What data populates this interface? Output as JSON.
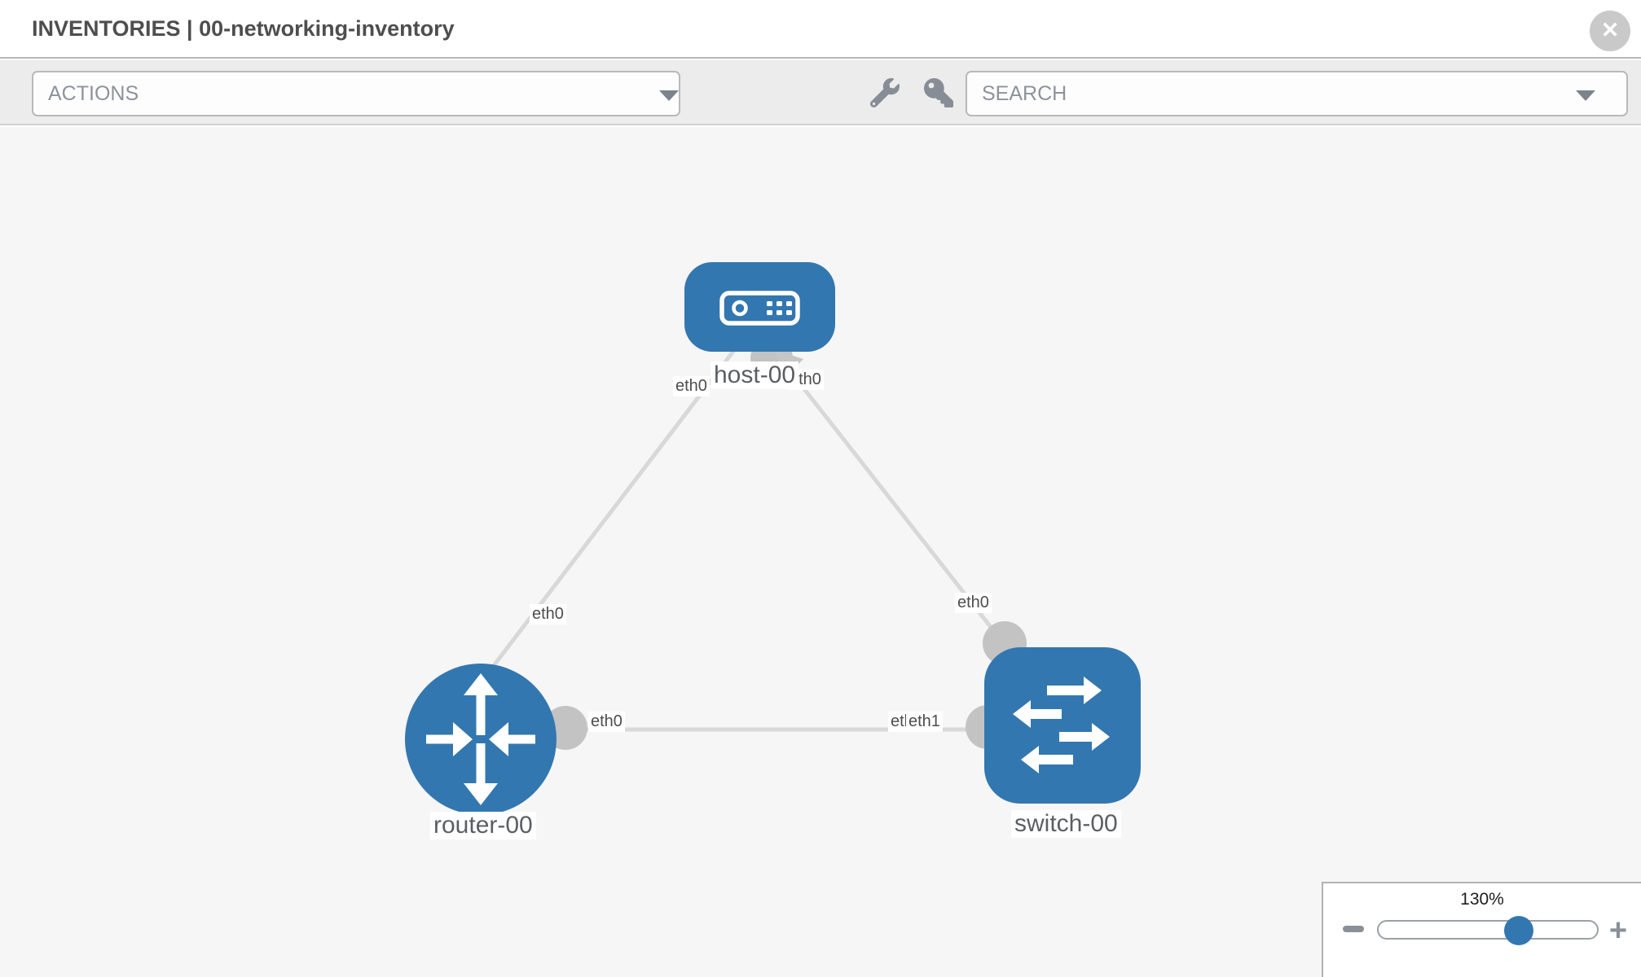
{
  "header": {
    "title": "INVENTORIES | 00-networking-inventory",
    "close_glyph": "✕"
  },
  "toolbar": {
    "actions_label": "ACTIONS",
    "search_label": "SEARCH",
    "icon_names": [
      "wrench-icon",
      "key-icon"
    ]
  },
  "topology": {
    "nodes": [
      {
        "label": "host-00",
        "type": "host"
      },
      {
        "label": "router-00",
        "type": "router"
      },
      {
        "label": "switch-00",
        "type": "switch"
      }
    ],
    "links": [
      {
        "from": "host-00",
        "from_if": "eth0",
        "to": "router-00",
        "to_if": "eth0"
      },
      {
        "from": "host-00",
        "from_if": "eth0",
        "to": "switch-00",
        "to_if": "eth0"
      },
      {
        "from": "router-00",
        "from_if": "eth0",
        "to": "switch-00",
        "to_if": "eth1"
      }
    ],
    "overlap_labels": {
      "under": "eth0",
      "over": "eth1"
    }
  },
  "zoom_control": {
    "level": "130%",
    "plus_glyph": "+"
  },
  "colors": {
    "node_blue": "#3377b0",
    "edge_gray": "#d8d8d8",
    "connector_gray": "#c3c3c3",
    "canvas_bg": "#f6f6f6",
    "toolbar_bg": "#ececec"
  }
}
